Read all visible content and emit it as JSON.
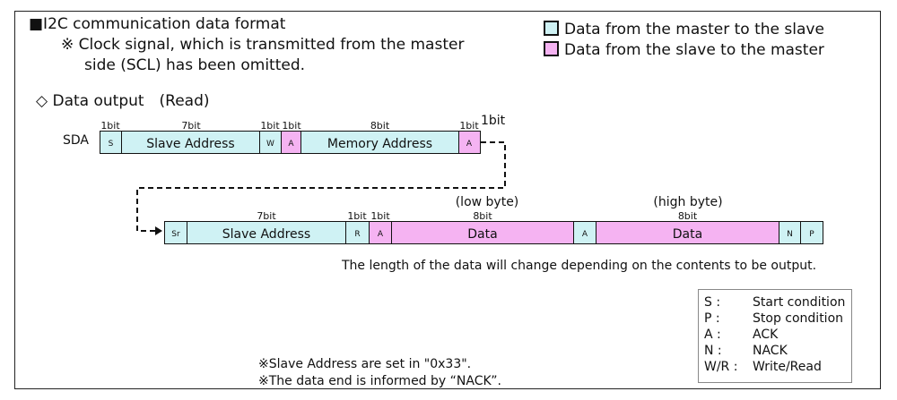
{
  "header": {
    "title": "■I2C communication data format",
    "note_line1": "※ Clock signal, which is transmitted from the master",
    "note_line2": "side (SCL) has been omitted."
  },
  "direction_legend": {
    "m2s": "Data from the master to the slave",
    "s2m": "Data from the slave to the master",
    "m2s_color": "#cff2f4",
    "s2m_color": "#f5b3f2"
  },
  "section_label": "◇ Data output　(Read)",
  "sda_label": "SDA",
  "row1": {
    "bits": [
      "1bit",
      "7bit",
      "1bit",
      "1bit",
      "8bit",
      "1bit",
      "1bit"
    ],
    "segments": [
      {
        "label": "S",
        "dir": "m2s"
      },
      {
        "label": "Slave Address",
        "dir": "m2s"
      },
      {
        "label": "W",
        "dir": "m2s"
      },
      {
        "label": "A",
        "dir": "s2m"
      },
      {
        "label": "Memory Address",
        "dir": "m2s"
      },
      {
        "label": "A",
        "dir": "s2m"
      }
    ]
  },
  "row2": {
    "byte_labels": [
      "(low byte)",
      "(high byte)"
    ],
    "bits": [
      "7bit",
      "1bit",
      "1bit",
      "8bit",
      "8bit"
    ],
    "segments": [
      {
        "label": "Sr",
        "dir": "m2s"
      },
      {
        "label": "Slave Address",
        "dir": "m2s"
      },
      {
        "label": "R",
        "dir": "m2s"
      },
      {
        "label": "A",
        "dir": "s2m"
      },
      {
        "label": "Data",
        "dir": "s2m"
      },
      {
        "label": "A",
        "dir": "m2s"
      },
      {
        "label": "Data",
        "dir": "s2m"
      },
      {
        "label": "N",
        "dir": "m2s"
      },
      {
        "label": "P",
        "dir": "m2s"
      }
    ]
  },
  "length_note": "The length of the data will change depending on the contents to be output.",
  "footnotes": [
    "※Slave Address are set in \"0x33\".",
    "※The data end is informed by “NACK”."
  ],
  "abbreviations": [
    {
      "key": "S :",
      "value": "Start condition"
    },
    {
      "key": "P :",
      "value": "Stop condition"
    },
    {
      "key": "A :",
      "value": "ACK"
    },
    {
      "key": "N :",
      "value": "NACK"
    },
    {
      "key": "W/R :",
      "value": "Write/Read"
    }
  ]
}
